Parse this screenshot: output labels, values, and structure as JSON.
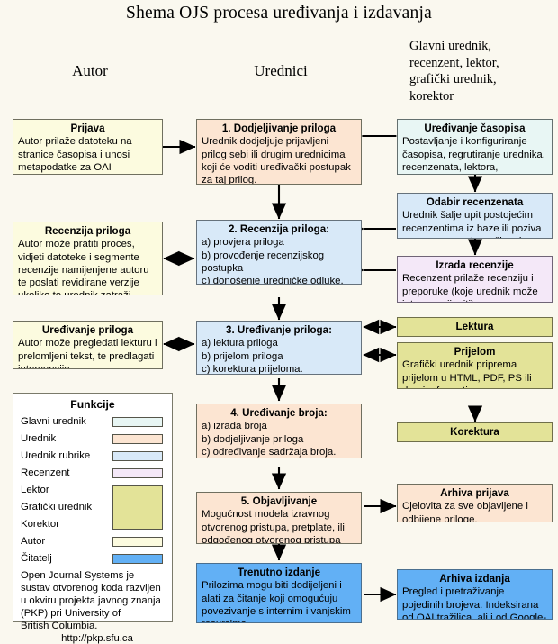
{
  "title": "Shema OJS procesa uređivanja i izdavanja",
  "columns": [
    {
      "name": "author",
      "label": "Autor"
    },
    {
      "name": "editors",
      "label": "Urednici"
    },
    {
      "name": "others",
      "label": "Glavni urednik,\nrecenzent, lektor,\ngrafički urednik,\nkorektor"
    }
  ],
  "left_boxes": [
    {
      "key": "prijava",
      "title": "Prijava",
      "body": "Autor prilaže datoteku na stranice časopisa i unosi metapodatke za OAI indeksiranje.",
      "role": "author"
    },
    {
      "key": "recenzija-priloga",
      "title": "Recenzija priloga",
      "body": "Autor može pratiti proces, vidjeti datoteke i segmente recenzije namijenjene autoru te poslati revidirane verzije ukoliko to urednik zatraži.",
      "role": "author"
    },
    {
      "key": "uredivanje-priloga-autor",
      "title": "Uređivanje priloga",
      "body": "Autor može pregledati lekturu i prelomljeni tekst, te predlagati intervencije.",
      "role": "author"
    }
  ],
  "center_boxes": [
    {
      "key": "step-1",
      "title": "1. Dodjeljivanje priloga",
      "body": "Urednik dodjeljuje prijavljeni prilog sebi ili drugim urednicima koji će voditi uređivački postupak za taj prilog.",
      "role": "editor"
    },
    {
      "key": "step-2",
      "title": "2. Recenzija priloga:",
      "body": "a) provjera priloga\nb) provođenje recenzijskog\n     postupka\nc) donošenje uredničke odluke.",
      "role": "section"
    },
    {
      "key": "step-3",
      "title": "3. Uređivanje priloga:",
      "body": "a) lektura priloga\nb) prijelom priloga\nc) korektura prijeloma.",
      "role": "section"
    },
    {
      "key": "step-4",
      "title": "4. Uređivanje broja:",
      "body": "a) izrada broja\nb) dodjeljivanje priloga\nc) određivanje sadržaja broja.",
      "role": "editor"
    },
    {
      "key": "step-5",
      "title": "5. Objavljivanje",
      "body": "Mogućnost modela izravnog otvorenog pristupa, pretplate, ili odgođenog otvorenog pristupa",
      "role": "editor"
    },
    {
      "key": "trenutno-izdanje",
      "title": "Trenutno izdanje",
      "body": "Prilozima mogu biti dodijeljeni i alati za čitanje koji omogućuju povezivanje s internim i vanjskim resursima.",
      "role": "reader"
    }
  ],
  "right_boxes": [
    {
      "key": "uredivanje-casopisa",
      "title": "Uređivanje časopisa",
      "body": "Postavljanje i konfiguriranje časopisa, regrutiranje urednika, recenzenata, lektora, korektora...",
      "role": "chief"
    },
    {
      "key": "odabir-recenzenata",
      "title": "Odabir recenzenata",
      "body": "Urednik šalje upit postojećim recenzentima iz baze ili poziva nove recenzente za članak.",
      "role": "section"
    },
    {
      "key": "izrada-recenzije",
      "title": "Izrada recenzije",
      "body": "Recenzent prilaže recenziju i preporuke (koje urednik može interno ocijeniti)",
      "role": "reviewer"
    },
    {
      "key": "lektura",
      "title": "Lektura",
      "body": "",
      "role": "layout"
    },
    {
      "key": "prijelom",
      "title": "Prijelom",
      "body": "Grafički urednik priprema prijelom u HTML, PDF, PS ili drugim formatima.",
      "role": "layout"
    },
    {
      "key": "korektura",
      "title": "Korektura",
      "body": "",
      "role": "layout"
    },
    {
      "key": "arhiva-prijava",
      "title": "Arhiva prijava",
      "body": "Cjelovita za sve objavljene i odbijene priloge.",
      "role": "editor"
    },
    {
      "key": "arhiva-izdanja",
      "title": "Arhiva izdanja",
      "body": "Pregled i pretraživanje pojedinih brojeva. Indeksirana od OAI tražilica, ali i od Google-a itd.",
      "role": "reader"
    }
  ],
  "legend": {
    "title": "Funkcije",
    "items": [
      {
        "label": "Glavni urednik",
        "color": "#e8f6f4",
        "tall": false
      },
      {
        "label": "Urednik",
        "color": "#fce5d2",
        "tall": false
      },
      {
        "label": "Urednik rubrike",
        "color": "#d8e9f8",
        "tall": false
      },
      {
        "label": "Recenzent",
        "color": "#f4e8f8",
        "tall": false
      },
      {
        "label": "Lektor",
        "color": "#e3e398",
        "tall": true
      },
      {
        "label": "Grafički urednik",
        "color": "",
        "tall": false
      },
      {
        "label": "Korektor",
        "color": "",
        "tall": false
      },
      {
        "label": "Autor",
        "color": "#fcfbdf",
        "tall": false
      },
      {
        "label": "Čitatelj",
        "color": "#62b0f5",
        "tall": false
      }
    ],
    "blurb": "Open Journal Systems je sustav otvorenog koda razvijen u okviru projekta javnog znanja (PKP) pri University of\nBritish Columbia.",
    "url": "http://pkp.sfu.ca"
  },
  "colors": {
    "background": "#faf8ef",
    "author": "#fcfbdf",
    "editor": "#fce5d2",
    "section_editor": "#d8e9f8",
    "chief_editor": "#e8f6f4",
    "reviewer": "#f4e8f8",
    "layout_editor": "#e3e398",
    "reader": "#62b0f5",
    "arrow": "#000000"
  }
}
